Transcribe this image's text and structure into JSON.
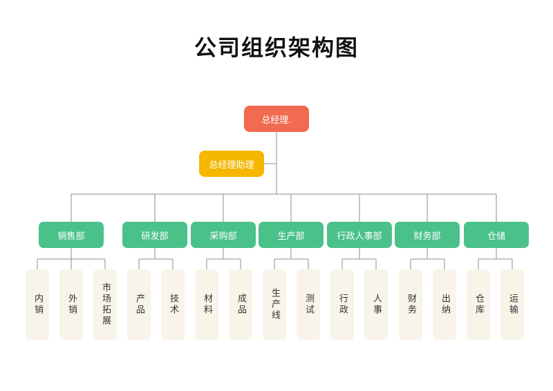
{
  "title": "公司组织架构图",
  "colors": {
    "root": "#f26a4f",
    "assistant": "#f5b700",
    "department": "#4bc18a",
    "leaf": "#f8f4ea",
    "line": "#8c8c8c"
  },
  "root": {
    "label": "总经理."
  },
  "assistant": {
    "label": "总经理助理"
  },
  "departments": [
    {
      "label": "销售部",
      "children": [
        "内销",
        "外销",
        "市场拓展"
      ]
    },
    {
      "label": "研发部",
      "children": [
        "产品",
        "技术"
      ]
    },
    {
      "label": "采购部",
      "children": [
        "材料",
        "成品"
      ]
    },
    {
      "label": "生产部",
      "children": [
        "生产线",
        "测试"
      ]
    },
    {
      "label": "行政人事部",
      "children": [
        "行政",
        "人事"
      ]
    },
    {
      "label": "财务部",
      "children": [
        "财务",
        "出纳"
      ]
    },
    {
      "label": "仓储",
      "children": [
        "仓库",
        "运输"
      ]
    }
  ]
}
